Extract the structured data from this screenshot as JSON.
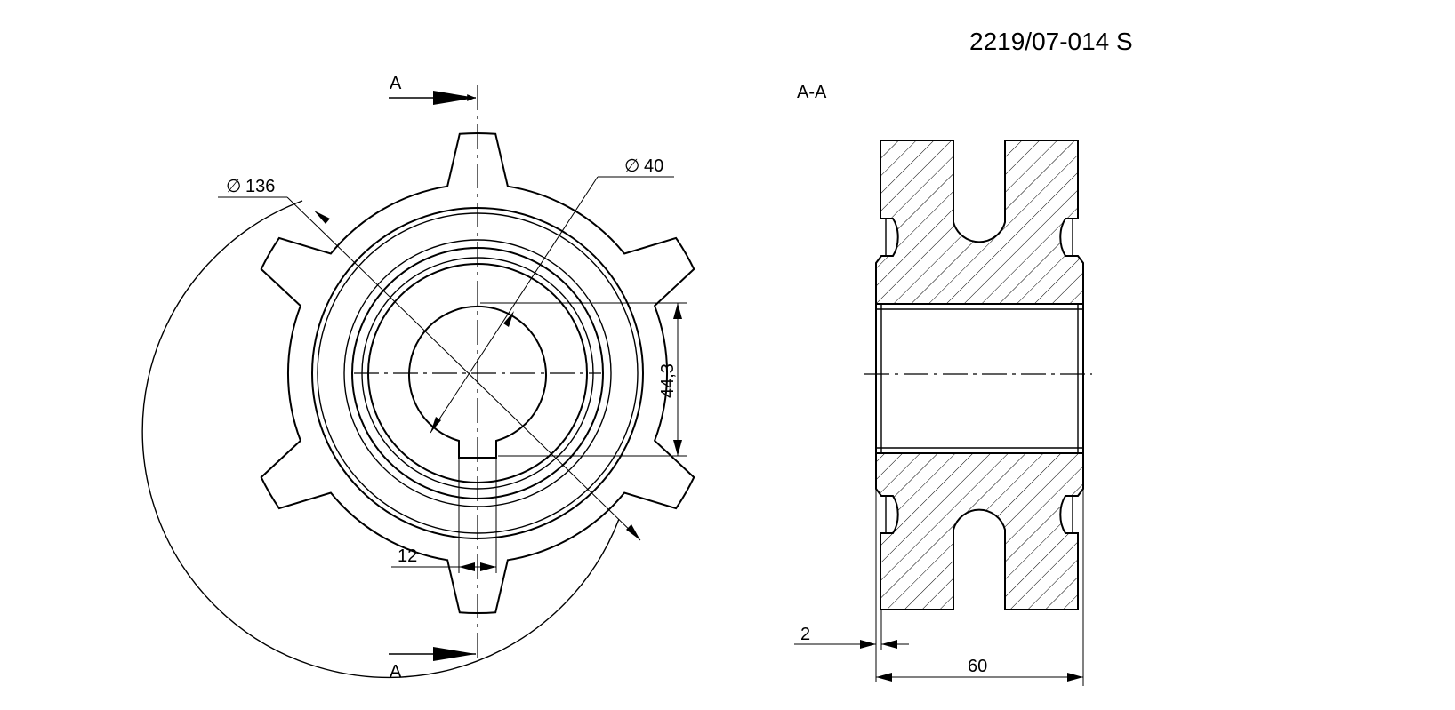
{
  "drawing_number": "2219/07-014 S",
  "section_label": "A-A",
  "cut_markers": {
    "top": "A",
    "bottom": "A"
  },
  "dimensions": {
    "outer_diameter": "136",
    "bore_diameter": "40",
    "keyway_depth": "44,3",
    "keyway_width": "12",
    "chamfer": "2",
    "width": "60"
  },
  "diameter_symbol": "∅"
}
